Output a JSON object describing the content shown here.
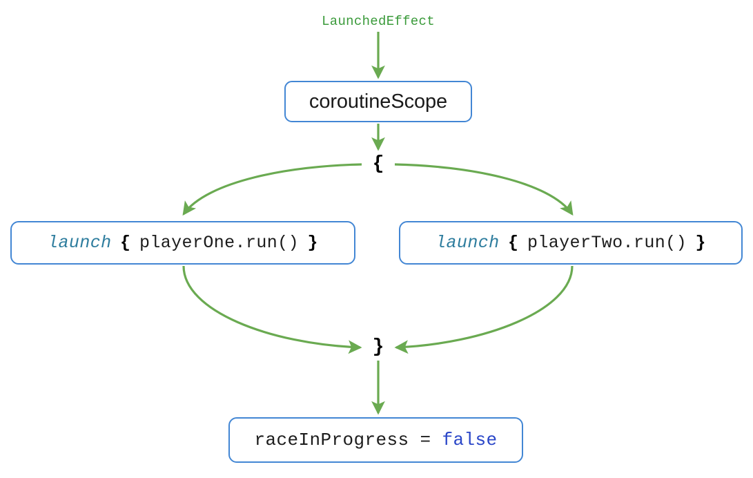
{
  "diagram": {
    "title": "LaunchedEffect coroutineScope race flow",
    "colors": {
      "edge_green": "#6aaa51",
      "node_border_blue": "#4286d4",
      "label_green": "#3a9a3a",
      "keyword_teal": "#2e7d9e",
      "literal_blue": "#2a46c8",
      "text_black": "#1c1c1c",
      "background": "#ffffff"
    },
    "top_label": {
      "text": "LaunchedEffect"
    },
    "nodes": {
      "coroutine_scope": {
        "text": "coroutineScope"
      },
      "open_brace": {
        "text": "{"
      },
      "close_brace": {
        "text": "}"
      },
      "launch_one": {
        "keyword": "launch",
        "open_brace": "{",
        "body": "playerOne.run()",
        "close_brace": "}",
        "full_text": "launch { playerOne.run() }"
      },
      "launch_two": {
        "keyword": "launch",
        "open_brace": "{",
        "body": "playerTwo.run()",
        "close_brace": "}",
        "full_text": "launch { playerTwo.run() }"
      },
      "result": {
        "assignment": "raceInProgress = ",
        "value": "false",
        "full_text": "raceInProgress = false"
      }
    },
    "edges": [
      {
        "name": "label-to-scope",
        "from": "LaunchedEffect",
        "to": "coroutineScope",
        "style": "straight-arrow"
      },
      {
        "name": "scope-to-open-brace",
        "from": "coroutineScope",
        "to": "{",
        "style": "straight-arrow"
      },
      {
        "name": "open-brace-to-launch-one",
        "from": "{",
        "to": "launch { playerOne.run() }",
        "style": "curved-arrow"
      },
      {
        "name": "open-brace-to-launch-two",
        "from": "{",
        "to": "launch { playerTwo.run() }",
        "style": "curved-arrow"
      },
      {
        "name": "launch-one-to-close-brace",
        "from": "launch { playerOne.run() }",
        "to": "}",
        "style": "curved-arrow"
      },
      {
        "name": "launch-two-to-close-brace",
        "from": "launch { playerTwo.run() }",
        "to": "}",
        "style": "curved-arrow"
      },
      {
        "name": "close-brace-to-result",
        "from": "}",
        "to": "raceInProgress = false",
        "style": "straight-arrow"
      }
    ]
  }
}
